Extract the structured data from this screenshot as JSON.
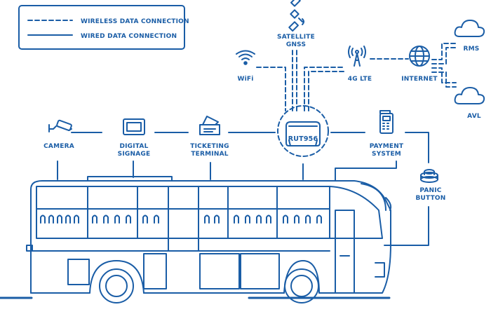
{
  "legend": {
    "wireless": "WIRELESS DATA CONNECTION",
    "wired": "WIRED DATA CONNECTION"
  },
  "colors": {
    "accent": "#1a5da6",
    "background": "#ffffff"
  },
  "router": {
    "label": "RUT956"
  },
  "nodes": {
    "satellite": {
      "line1": "SATELLITE",
      "line2": "GNSS",
      "icon": "satellite-icon"
    },
    "wifi": {
      "label": "WiFi",
      "icon": "wifi-icon"
    },
    "lte": {
      "label": "4G LTE",
      "icon": "antenna-tower-icon"
    },
    "internet": {
      "label": "INTERNET",
      "icon": "globe-icon"
    },
    "rms": {
      "label": "RMS",
      "icon": "cloud-icon"
    },
    "avl": {
      "label": "AVL",
      "icon": "cloud-icon"
    },
    "camera": {
      "label": "CAMERA",
      "icon": "camera-icon"
    },
    "signage": {
      "line1": "DIGITAL",
      "line2": "SIGNAGE",
      "icon": "monitor-icon"
    },
    "ticketing": {
      "line1": "TICKETING",
      "line2": "TERMINAL",
      "icon": "ticket-icon"
    },
    "payment": {
      "line1": "PAYMENT",
      "line2": "SYSTEM",
      "icon": "payment-terminal-icon"
    },
    "panic": {
      "line1": "PANIC",
      "line2": "BUTTON",
      "icon": "panic-button-icon"
    }
  },
  "vehicle": {
    "icon": "bus-icon"
  }
}
